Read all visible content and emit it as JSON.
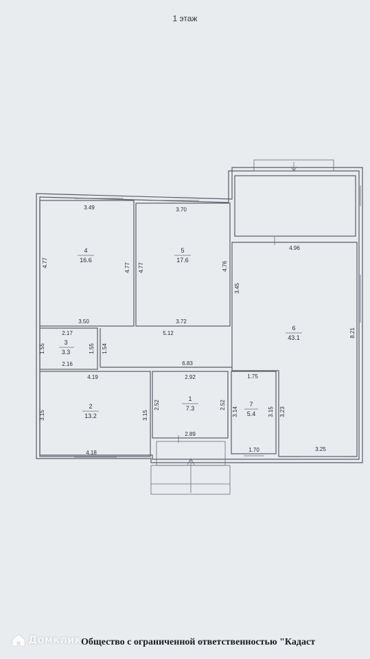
{
  "floor_title": "1 этаж",
  "footer_text": "Общество с ограниченной ответственностью \"Кадаст",
  "watermark": {
    "text": "Домклик",
    "icon": "house-logo-icon"
  },
  "rooms": [
    {
      "number": "1",
      "area": "7.3"
    },
    {
      "number": "2",
      "area": "13.2"
    },
    {
      "number": "3",
      "area": "3.3"
    },
    {
      "number": "4",
      "area": "16.6"
    },
    {
      "number": "5",
      "area": "17.6"
    },
    {
      "number": "6",
      "area": "43.1"
    },
    {
      "number": "7",
      "area": "5.4"
    }
  ],
  "dimensions": {
    "r4_top": "3.49",
    "r4_left": "4.77",
    "r4_right": "4.77",
    "r4_bottom": "3.50",
    "r5_top": "3.70",
    "r5_left": "4.77",
    "r5_right": "4.76",
    "r5_bottom": "3.72",
    "r3_top": "2.17",
    "r3_left": "1.55",
    "r3_right": "1.55",
    "r3_bottom": "2.16",
    "hall_left": "1.54",
    "hall_top": "5.12",
    "hall_bottom": "6.83",
    "r6_top": "4.96",
    "r6_left": "3.45",
    "r6_right": "8.21",
    "r6_bottom": "3.25",
    "r6_inner": "3.23",
    "r2_top": "4.19",
    "r2_left": "3.15",
    "r2_right": "3.15",
    "r2_bottom": "4.18",
    "r1_top": "2.92",
    "r1_left": "2.52",
    "r1_right": "2.52",
    "r1_bottom": "2.89",
    "r7_top": "1.75",
    "r7_left": "3.14",
    "r7_right": "3.15",
    "r7_bottom": "1.70"
  }
}
